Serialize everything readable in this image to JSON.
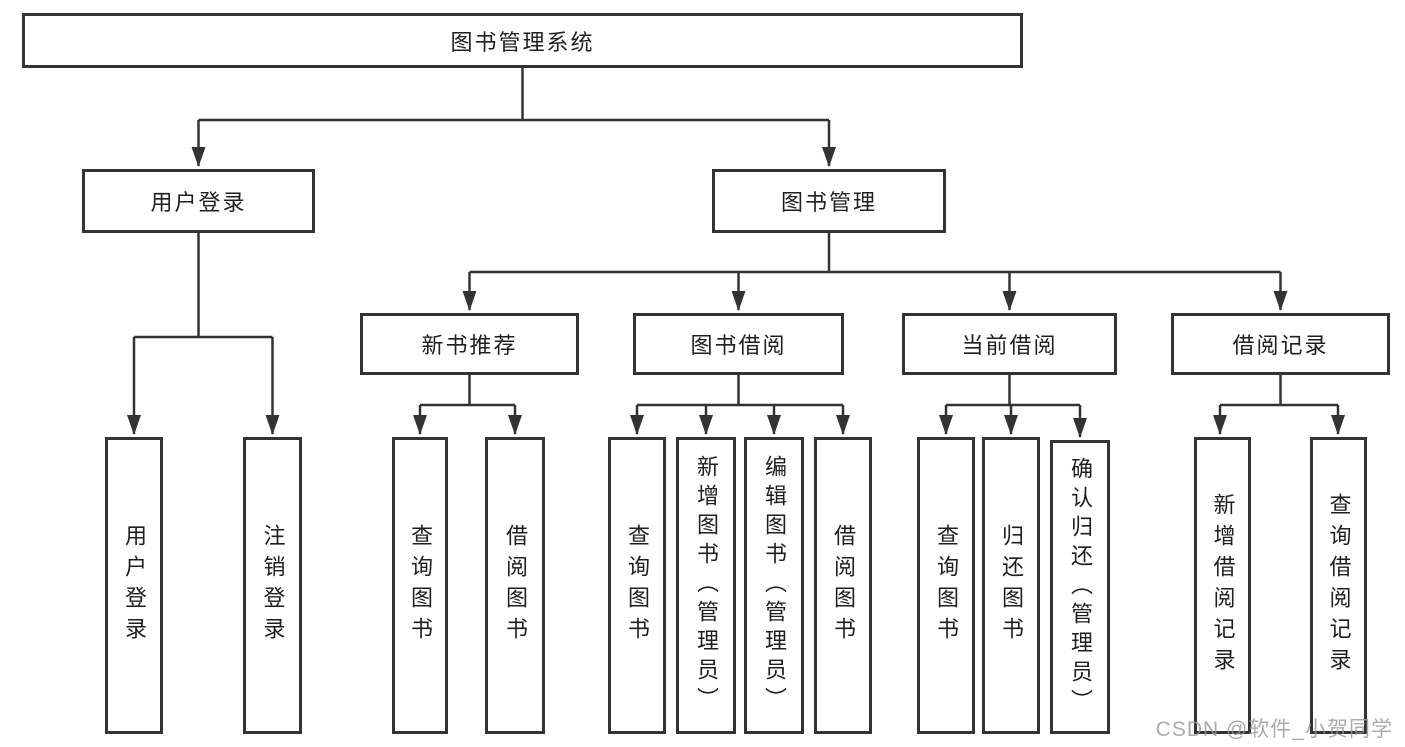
{
  "title": "图书管理系统",
  "watermark": "CSDN @软件_小贺同学",
  "colors": {
    "line": "#333333",
    "box_border": "#333333",
    "text": "#1f1f1f",
    "background": "#ffffff",
    "watermark": "#969696"
  },
  "tree": {
    "label": "图书管理系统",
    "children": [
      {
        "label": "用户登录",
        "children": [
          {
            "label": "用户登录"
          },
          {
            "label": "注销登录"
          }
        ]
      },
      {
        "label": "图书管理",
        "children": [
          {
            "label": "新书推荐",
            "children": [
              {
                "label": "查询图书"
              },
              {
                "label": "借阅图书"
              }
            ]
          },
          {
            "label": "图书借阅",
            "children": [
              {
                "label": "查询图书"
              },
              {
                "label": "新增图书（管理员）"
              },
              {
                "label": "编辑图书（管理员）"
              },
              {
                "label": "借阅图书"
              }
            ]
          },
          {
            "label": "当前借阅",
            "children": [
              {
                "label": "查询图书"
              },
              {
                "label": "归还图书"
              },
              {
                "label": "确认归还（管理员）"
              }
            ]
          },
          {
            "label": "借阅记录",
            "children": [
              {
                "label": "新增借阅记录"
              },
              {
                "label": "查询借阅记录"
              }
            ]
          }
        ]
      }
    ]
  }
}
